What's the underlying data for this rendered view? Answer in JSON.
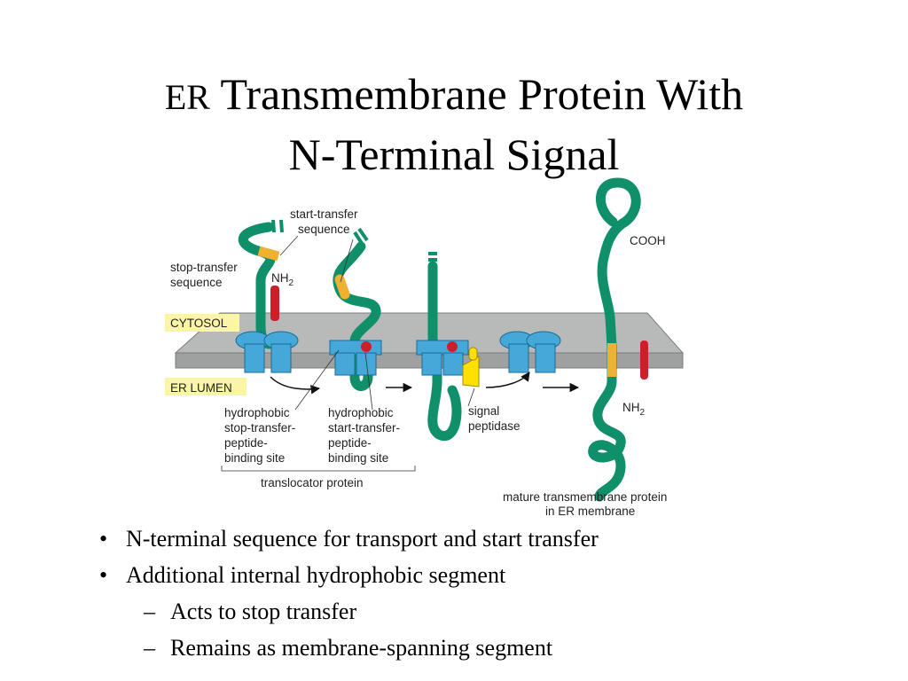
{
  "title": {
    "prefix": "ER",
    "line1_rest": " Transmembrane Protein With",
    "line2": "N-Terminal Signal"
  },
  "figure": {
    "labels": {
      "start_transfer_1": "start-transfer",
      "start_transfer_2": "sequence",
      "stop_transfer_1": "stop-transfer",
      "stop_transfer_2": "sequence",
      "nh2_top": "NH",
      "nh2_top_sub": "2",
      "cytosol": "CYTOSOL",
      "er_lumen": "ER LUMEN",
      "cooh": "COOH",
      "nh2_bottom": "NH",
      "nh2_bottom_sub": "2",
      "stop_site_1": "hydrophobic",
      "stop_site_2": "stop-transfer-",
      "stop_site_3": "peptide-",
      "stop_site_4": "binding site",
      "start_site_1": "hydrophobic",
      "start_site_2": "start-transfer-",
      "start_site_3": "peptide-",
      "start_site_4": "binding site",
      "signal_1": "signal",
      "signal_2": "peptidase",
      "translocator": "translocator protein",
      "mature_1": "mature transmembrane protein",
      "mature_2": "in ER membrane"
    },
    "colors": {
      "chain": "#0f8f6a",
      "stop_segment": "#f0b030",
      "signal_segment": "#cc1f2c",
      "membrane": "#a9aaaa",
      "translocator": "#45a8d8",
      "peptidase": "#ffe000",
      "cytosol_label_bg": "#fbf5a6"
    }
  },
  "bullets": [
    {
      "level": 1,
      "marker": "•",
      "text": "N-terminal sequence for transport and start transfer"
    },
    {
      "level": 1,
      "marker": "•",
      "text": "Additional internal hydrophobic segment"
    },
    {
      "level": 2,
      "marker": "–",
      "text": "Acts to stop transfer"
    },
    {
      "level": 2,
      "marker": "–",
      "text": "Remains as membrane-spanning segment"
    }
  ]
}
